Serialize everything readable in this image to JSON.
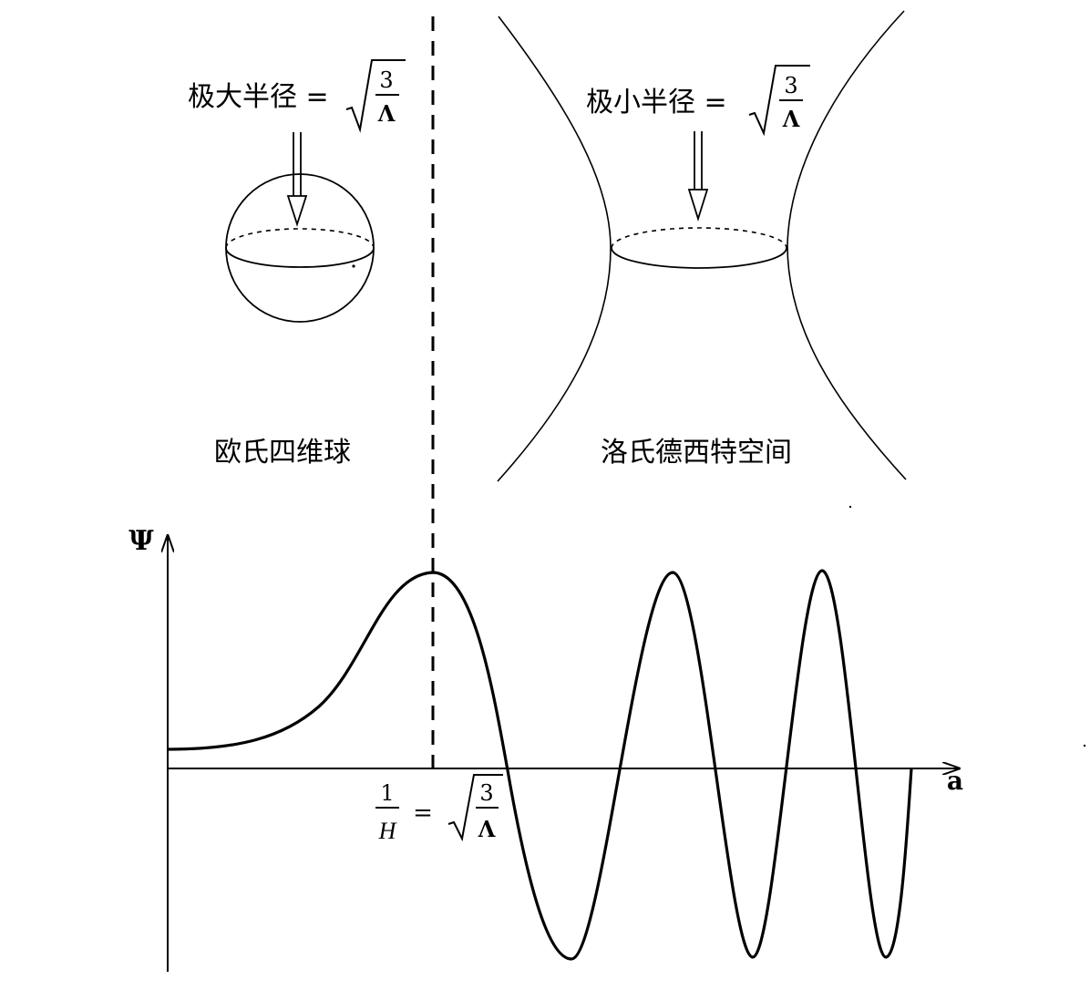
{
  "left_panel": {
    "radius_label": "极大半径 =",
    "sqrt_numerator": "3",
    "sqrt_denominator": "Λ",
    "caption": "欧氏四维球"
  },
  "right_panel": {
    "radius_label": "极小半径 =",
    "sqrt_numerator": "3",
    "sqrt_denominator": "Λ",
    "caption": "洛氏德西特空间"
  },
  "graph": {
    "y_axis_label": "Ψ",
    "x_axis_label": "a",
    "marker_numerator": "1",
    "marker_denominator": "H",
    "equals": "=",
    "sqrt_numerator": "3",
    "sqrt_denominator": "Λ"
  },
  "colors": {
    "ink": "#000000",
    "background": "#ffffff"
  }
}
